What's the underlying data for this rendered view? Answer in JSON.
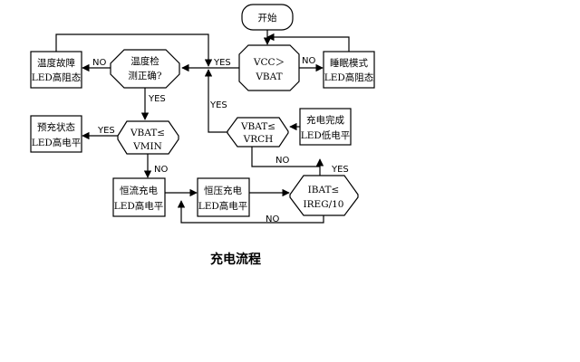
{
  "caption": "充电流程",
  "nodes": {
    "start": "开始",
    "vcc_check": [
      "VCC＞",
      "VBAT"
    ],
    "sleep": [
      "睡眠模式",
      "LED高阻态"
    ],
    "temp_check": [
      "温度检",
      "测正确?"
    ],
    "temp_fault": [
      "温度故障",
      "LED高阻态"
    ],
    "vbat_vrch": [
      "VBAT≤",
      "VRCH"
    ],
    "charge_done": [
      "充电完成",
      "LED低电平"
    ],
    "precharge": [
      "预充状态",
      "LED高电平"
    ],
    "vbat_vmin": [
      "VBAT≤",
      "VMIN"
    ],
    "cc_charge": [
      "恒流充电",
      "LED高电平"
    ],
    "cv_charge": [
      "恒压充电",
      "LED高电平"
    ],
    "ibat_check": [
      "IBAT≤",
      "IREG/10"
    ]
  },
  "edges": {
    "vcc_yes": "YES",
    "vcc_no": "NO",
    "temp_no": "NO",
    "temp_yes": "YES",
    "vrch_yes": "YES",
    "vrch_no": "NO",
    "vmin_yes": "YES",
    "vmin_no": "NO",
    "ibat_yes": "YES",
    "ibat_no": "NO"
  }
}
